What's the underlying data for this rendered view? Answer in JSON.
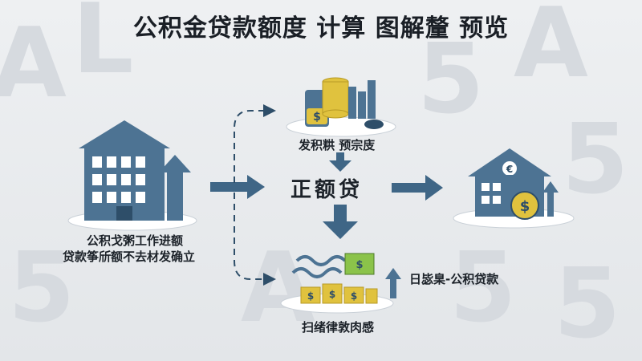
{
  "title": "公积金贷款额度 计算 图解釐 预览",
  "nodes": {
    "left_caption_line1": "公积戈粥工作进额",
    "left_caption_line2": "贷款筝斦额不去材发确立",
    "top_label": "发积粠 预宗庋",
    "center_label": "正额贷",
    "bottom_label": "扫绪律敦肉感",
    "bottom_side_label": "日毖臬-公积贷款"
  },
  "icons": {
    "left": "office-building-icon",
    "top": "coin-stacks-icon",
    "right": "house-money-icon",
    "bottom": "cash-money-icon"
  },
  "colors": {
    "icon_blue": "#4d7393",
    "icon_dark": "#2e4e69",
    "arrow": "#3f6686",
    "coin_gold": "#e0c23e",
    "cash_green": "#8bc34a"
  }
}
